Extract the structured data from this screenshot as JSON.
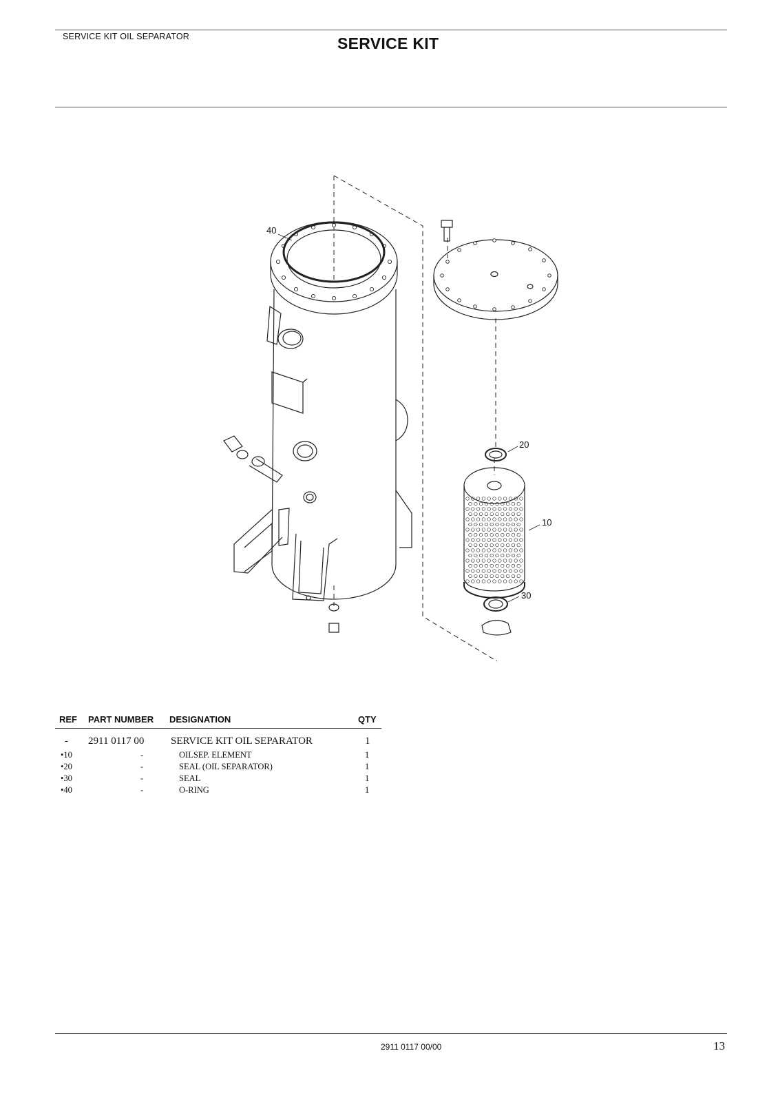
{
  "header": {
    "section_label": "SERVICE KIT OIL SEPARATOR",
    "title": "SERVICE KIT"
  },
  "drawing": {
    "callouts": [
      "40",
      "20",
      "10",
      "30"
    ]
  },
  "parts_table": {
    "headers": {
      "ref": "REF",
      "part_number": "PART NUMBER",
      "designation": "DESIGNATION",
      "qty": "QTY"
    },
    "main_row": {
      "ref": "-",
      "part_number": "2911 0117 00",
      "designation": "SERVICE KIT OIL SEPARATOR",
      "qty": "1"
    },
    "rows": [
      {
        "ref": "•10",
        "part_number": "-",
        "designation": "OILSEP. ELEMENT",
        "qty": "1"
      },
      {
        "ref": "•20",
        "part_number": "-",
        "designation": "SEAL (OIL SEPARATOR)",
        "qty": "1"
      },
      {
        "ref": "•30",
        "part_number": "-",
        "designation": "SEAL",
        "qty": "1"
      },
      {
        "ref": "•40",
        "part_number": "-",
        "designation": "O-RING",
        "qty": "1"
      }
    ]
  },
  "footer": {
    "doc_number": "2911 0117 00/00",
    "page_number": "13"
  }
}
